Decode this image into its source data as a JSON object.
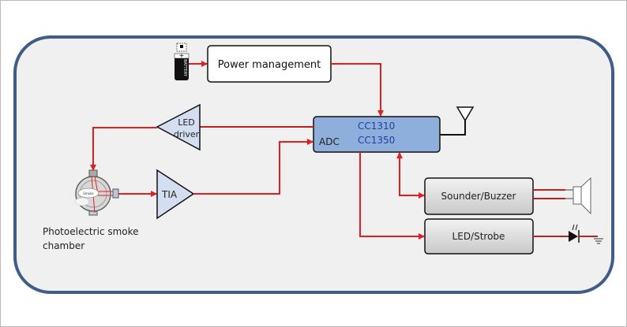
{
  "blocks": {
    "power": "Power management",
    "mcu_line1": "CC1310",
    "mcu_line2": "CC1350",
    "mcu_adc": "ADC",
    "led_driver_line1": "LED",
    "led_driver_line2": "driver",
    "tia": "TIA",
    "sounder": "Sounder/Buzzer",
    "strobe": "LED/Strobe",
    "chamber_line1": "Photoelectric smoke",
    "chamber_line2": "chamber",
    "battery_label": "BATTERY",
    "smoke_label": "Smoke"
  },
  "colors": {
    "signal": "#e02020",
    "frame": "#3f5d86",
    "mcu_fill": "#8eafdc",
    "amp_fill": "#d3dff0",
    "mcu_text": "#1f3f9f"
  }
}
